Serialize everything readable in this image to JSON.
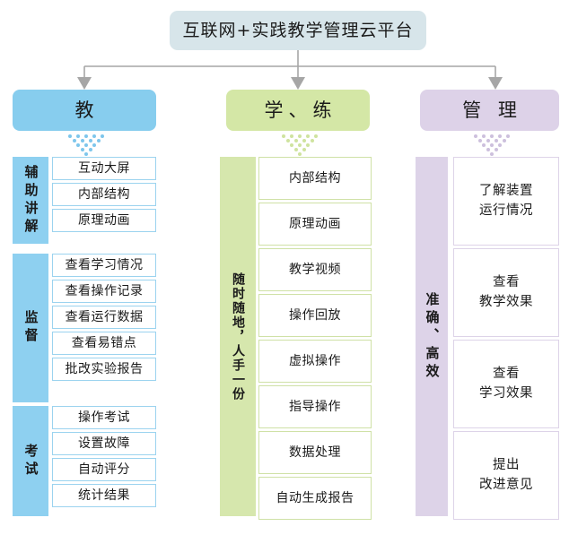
{
  "root": {
    "title": "互联网+实践教学管理云平台"
  },
  "columns": [
    {
      "id": "teach",
      "header": "教",
      "accent": "#87cdee",
      "decoration": "dots-triangle-icon",
      "groups": [
        {
          "side_label": "辅助讲解",
          "items": [
            "互动大屏",
            "内部结构",
            "原理动画"
          ]
        },
        {
          "side_label": "监督",
          "items": [
            "查看学习情况",
            "查看操作记录",
            "查看运行数据",
            "查看易错点",
            "批改实验报告"
          ]
        },
        {
          "side_label": "考试",
          "items": [
            "操作考试",
            "设置故障",
            "自动评分",
            "统计结果"
          ]
        }
      ]
    },
    {
      "id": "learn",
      "header": "学、练",
      "accent": "#d4e7a6",
      "decoration": "dots-triangle-icon",
      "groups": [
        {
          "side_label": "随时随地，人手一份",
          "items": [
            "内部结构",
            "原理动画",
            "教学视频",
            "操作回放",
            "虚拟操作",
            "指导操作",
            "数据处理",
            "自动生成报告"
          ]
        }
      ]
    },
    {
      "id": "manage",
      "header": "管 理",
      "accent": "#ddd2e8",
      "decoration": "dots-triangle-icon",
      "groups": [
        {
          "side_label": "准确、高效",
          "items": [
            [
              "了解装置",
              "运行情况"
            ],
            [
              "查看",
              "教学效果"
            ],
            [
              "查看",
              "学习效果"
            ],
            [
              "提出",
              "改进意见"
            ]
          ]
        }
      ]
    }
  ],
  "colors": {
    "root_bg": "#d7e5ea",
    "blue": "#87cdee",
    "green": "#d4e7a6",
    "purple": "#ddd2e8",
    "connector": "#a6a6a6",
    "text": "#1a1a1a"
  }
}
